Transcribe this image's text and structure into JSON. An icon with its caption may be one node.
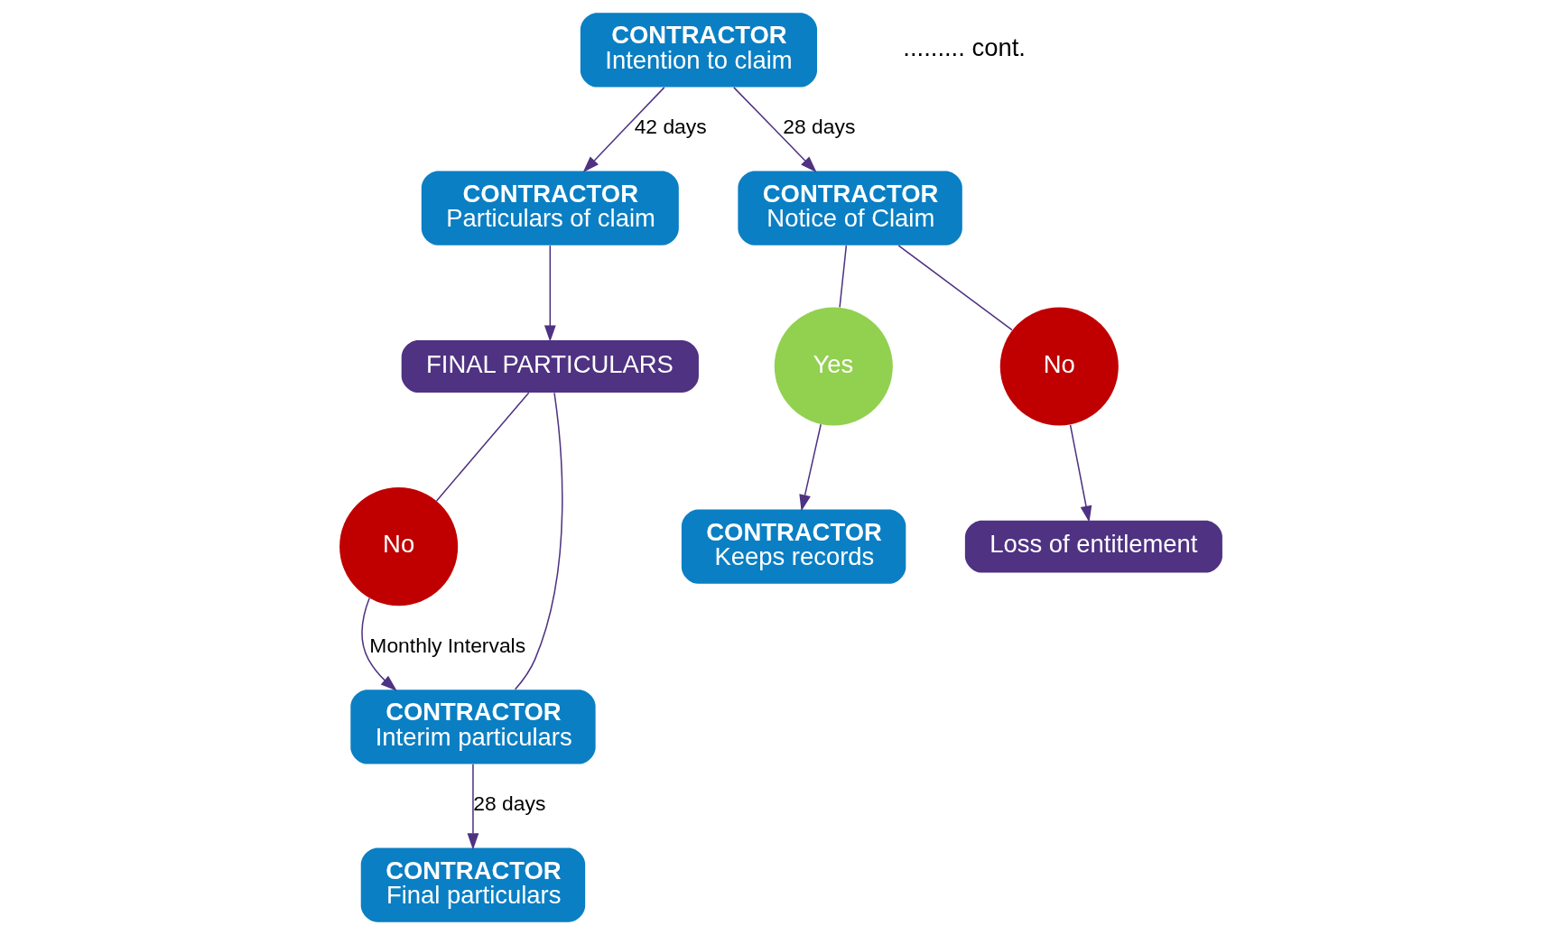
{
  "diagram": {
    "nodes": [
      {
        "text": [
          "CONTRACTOR",
          "Keeps records"
        ]
      },
      {
        "text": [
          "Yes"
        ]
      },
      {
        "text": [
          "CONTRACTOR",
          "Particulars of claim"
        ]
      },
      {
        "text": [
          "FINAL PARTICULARS"
        ]
      },
      {
        "text": [
          "CONTRACTOR",
          "Intention to claim"
        ]
      },
      {
        "text": [
          "CONTRACTOR",
          "Notice of Claim"
        ]
      },
      {
        "text": [
          "No"
        ]
      },
      {
        "text": [
          "No"
        ]
      },
      {
        "text": [
          "CONTRACTOR",
          "Interim particulars"
        ]
      },
      {
        "text": [
          "Loss of entitlement"
        ]
      },
      {
        "text": [
          "CONTRACTOR",
          "Final particulars"
        ]
      }
    ],
    "edges": [
      {
        "from": 4,
        "to": 2,
        "label": "42 days",
        "arrow": "to"
      },
      {
        "from": 4,
        "to": 5,
        "label": "28 days",
        "arrow": "to"
      },
      {
        "from": 5,
        "to": 1,
        "arrow": "none"
      },
      {
        "from": 1,
        "to": 0,
        "arrow": "to"
      },
      {
        "from": 5,
        "to": 7,
        "arrow": "none"
      },
      {
        "from": 7,
        "to": 9,
        "arrow": "to"
      },
      {
        "from": 2,
        "to": 3,
        "arrow": "to"
      },
      {
        "from": 3,
        "to": 6,
        "arrow": "none"
      },
      {
        "from": 6,
        "to": 8,
        "label": "Monthly Intervals",
        "arrow": "to"
      },
      {
        "from": 8,
        "to": 10,
        "label": "28 days",
        "arrow": "to"
      },
      {
        "from": 8,
        "to": 3,
        "arrow": "none"
      }
    ],
    "labels": [
      "......... cont."
    ]
  }
}
